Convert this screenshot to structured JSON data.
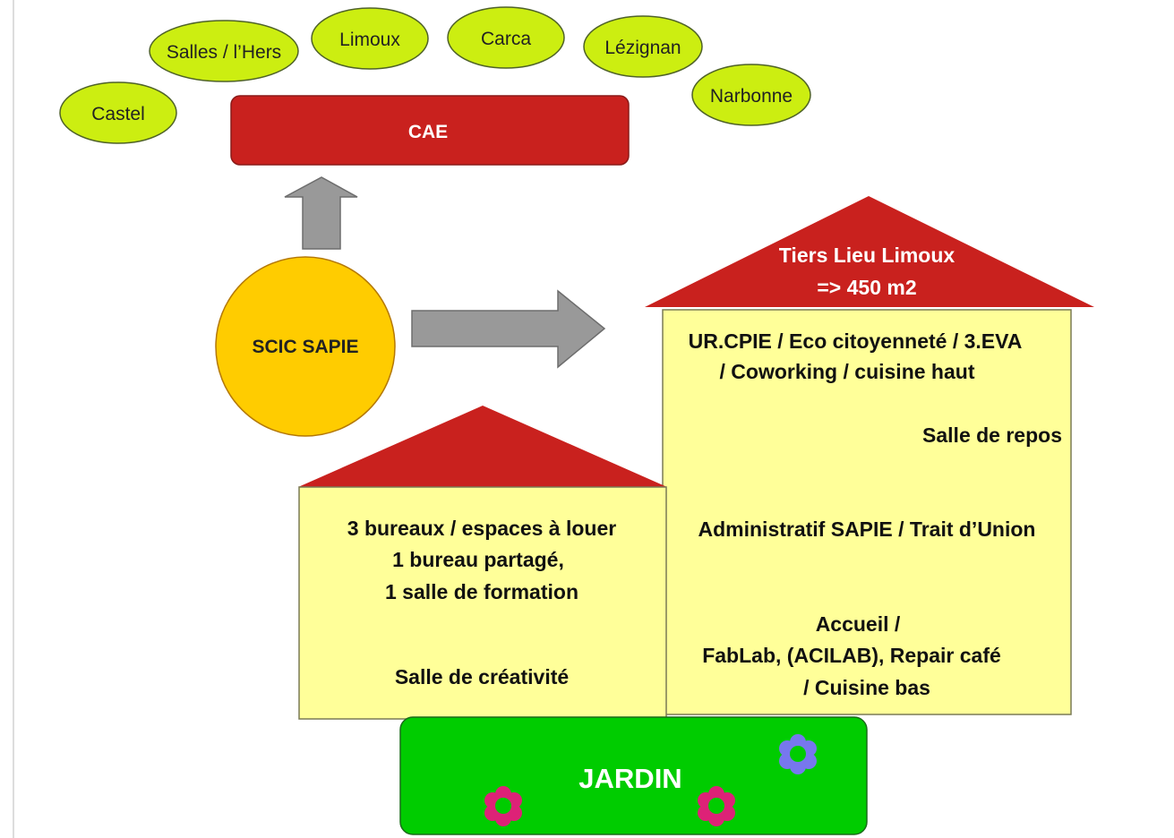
{
  "towns": [
    {
      "label": "Castel"
    },
    {
      "label": "Salles / l’Hers"
    },
    {
      "label": "Limoux"
    },
    {
      "label": "Carca"
    },
    {
      "label": "Lézignan"
    },
    {
      "label": "Narbonne"
    }
  ],
  "cae": {
    "label": "CAE"
  },
  "scic": {
    "label": "SCIC SAPIE"
  },
  "tiers_lieu": {
    "roof_line1": "Tiers Lieu Limoux",
    "roof_line2": "=> 450 m2",
    "line1": "UR.CPIE / Eco citoyenneté  / 3.EVA",
    "line2": "/ Coworking / cuisine haut",
    "repos": "Salle de repos",
    "admin": "Administratif SAPIE / Trait d’Union",
    "accueil1": "Accueil /",
    "accueil2": "FabLab, (ACILAB), Repair café",
    "accueil3": "/ Cuisine bas"
  },
  "small_house": {
    "line1": "3 bureaux / espaces à louer",
    "line2": "1 bureau partagé,",
    "line3": "1 salle de formation",
    "creativite": "Salle de créativité"
  },
  "jardin": {
    "label": "JARDIN"
  },
  "colors": {
    "oval_fill": "#ccee11",
    "oval_stroke": "#4f6228",
    "cae_fill": "#c9211e",
    "roof": "#c9211e",
    "house_fill": "#ffff99",
    "circle_fill": "#ffcc00",
    "circle_stroke": "#b47804",
    "arrow_fill": "#999999",
    "jardin_fill": "#00cc00",
    "flower_pink": "#dd2277",
    "flower_blue": "#7777ee"
  }
}
